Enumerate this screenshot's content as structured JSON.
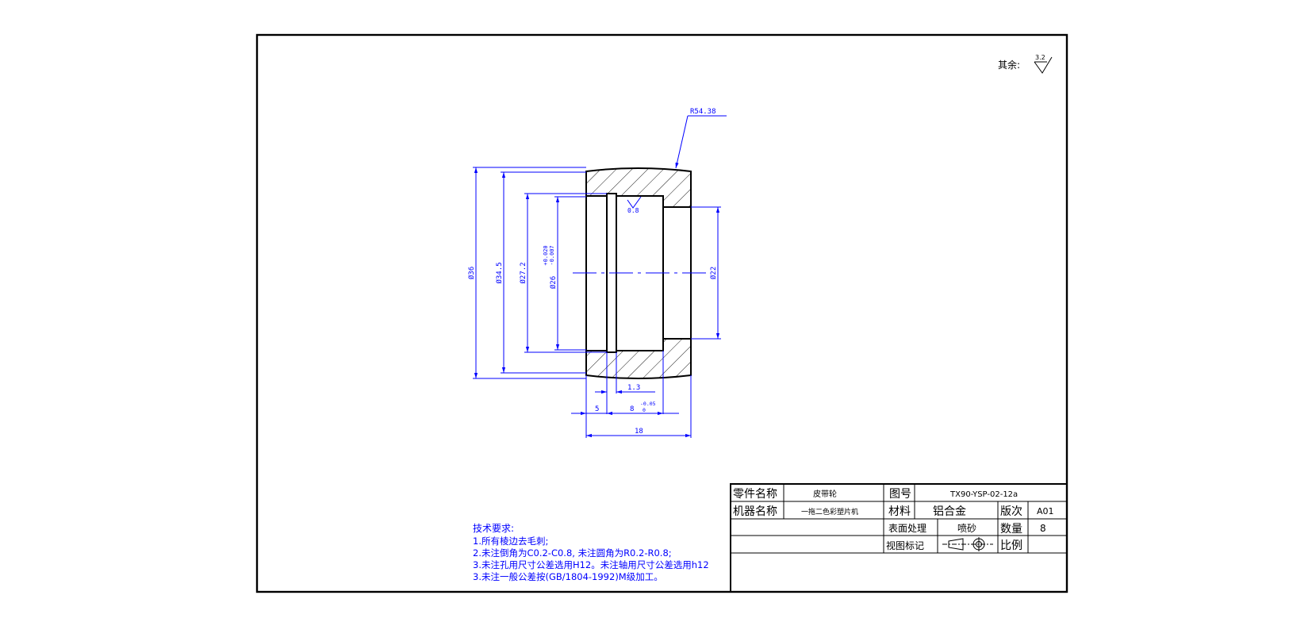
{
  "surface_note": {
    "label": "其余:",
    "roughness": "3.2"
  },
  "radius_callout": "R54.38",
  "inner_roughness": "0.8",
  "dimensions": {
    "d_outer": "Ø36",
    "d_345": "Ø34.5",
    "d_272": "Ø27.2",
    "d_26": "Ø26",
    "d_26_tol_upper": "+0.020",
    "d_26_tol_lower": "-0.007",
    "d_22": "Ø22",
    "groove_width": "1.3",
    "len_5": "5",
    "len_8": "8",
    "len_8_tol_upper": "-0.05",
    "len_8_tol_lower": "0",
    "len_18": "18"
  },
  "tech_requirements": {
    "title": "技术要求:",
    "items": [
      "1.所有棱边去毛刺;",
      "2.未注倒角为C0.2-C0.8, 未注圆角为R0.2-R0.8;",
      "3.未注孔用尺寸公差选用H12。未注轴用尺寸公差选用h12",
      "3.未注一般公差按(GB/1804-1992)M级加工。"
    ]
  },
  "title_block": {
    "part_name_label": "零件名称",
    "part_name": "皮带轮",
    "drawing_no_label": "图号",
    "drawing_no": "TX90-YSP-02-12a",
    "machine_name_label": "机器名称",
    "machine_name": "一拖二色彩塑片机",
    "material_label": "材料",
    "material": "铝合金",
    "revision_label": "版次",
    "revision": "A01",
    "surface_treatment_label": "表面处理",
    "surface_treatment": "喷砂",
    "quantity_label": "数量",
    "quantity": "8",
    "view_mark_label": "视图标记",
    "scale_label": "比例",
    "scale": ""
  }
}
